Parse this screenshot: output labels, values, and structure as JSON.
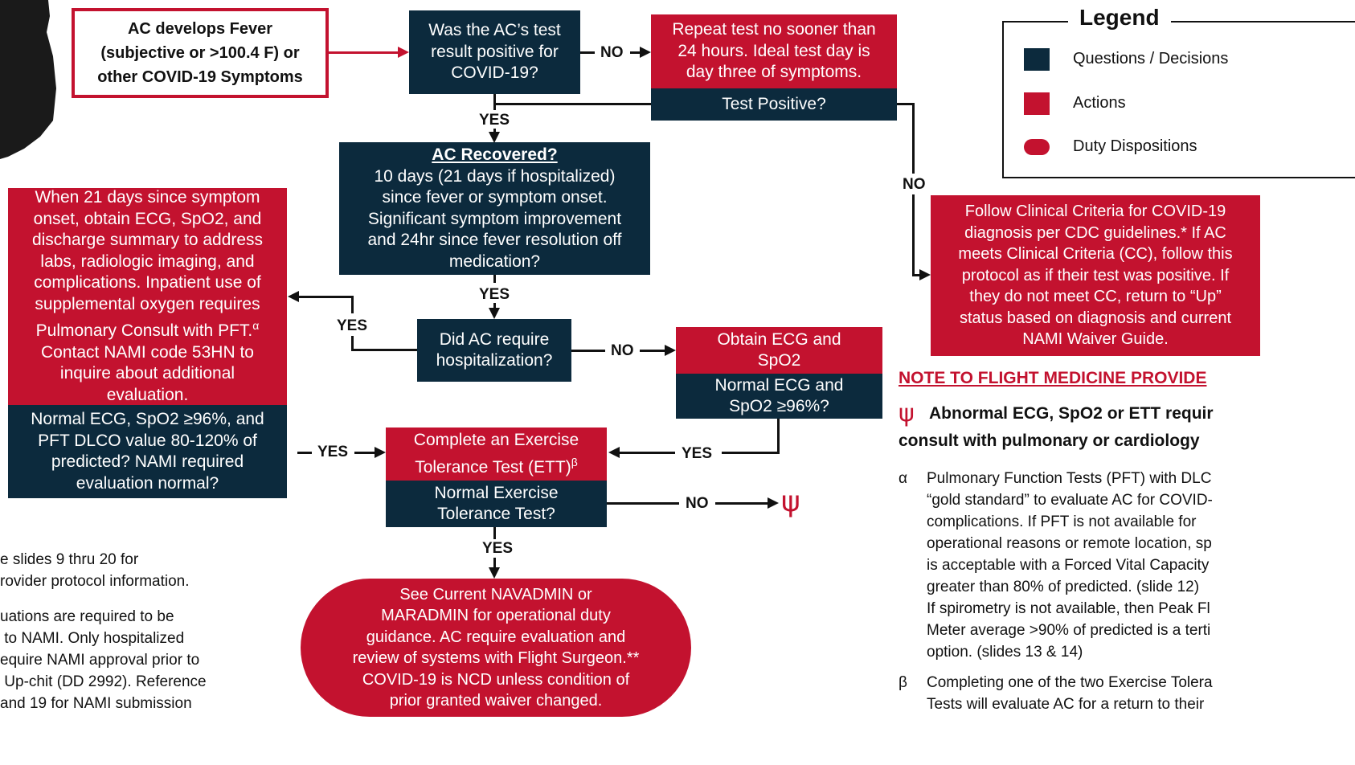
{
  "start": {
    "text": "AC develops Fever\n(subjective or >100.4 F) or\nother COVID-19 Symptoms"
  },
  "q_test": {
    "text": "Was the AC’s test\nresult positive for\nCOVID-19?"
  },
  "repeat": {
    "action": "Repeat test no sooner than\n24 hours. Ideal test day is\nday three of symptoms.",
    "question": "Test Positive?"
  },
  "recovered": {
    "title": "AC Recovered?",
    "text": "10 days (21 days if hospitalized)\nsince fever or symptom onset.\nSignificant symptom improvement\nand 24hr since fever resolution off\nmedication?"
  },
  "hosp": {
    "text": "Did AC require\nhospitalization?"
  },
  "obtain": {
    "action": "Obtain ECG and\nSpO2",
    "question": "Normal ECG and\nSpO2 ≥96%?"
  },
  "hosp_path": {
    "action": "When 21 days since symptom\nonset, obtain ECG, SpO2, and\ndischarge summary to address\nlabs, radiologic imaging, and\ncomplications. Inpatient use of\nsupplemental oxygen requires\nPulmonary Consult with PFT.",
    "action_sup": "α",
    "action_tail": "Contact NAMI code 53HN to\ninquire about additional\nevaluation.",
    "question": "Normal ECG, SpO2 ≥96%, and\nPFT DLCO value 80-120% of\npredicted? NAMI required\nevaluation normal?"
  },
  "ett": {
    "action": "Complete an Exercise\nTolerance Test (ETT)",
    "action_sup": "β",
    "question": "Normal Exercise\nTolerance Test?"
  },
  "final": {
    "text": "See Current NAVADMIN or\nMARADMIN for operational duty\nguidance. AC require evaluation and\nreview of systems with Flight Surgeon.**\nCOVID-19 is NCD unless condition of\nprior granted waiver changed."
  },
  "clinical": {
    "text": "Follow Clinical Criteria for COVID-19\ndiagnosis per CDC guidelines.* If AC\nmeets Clinical Criteria (CC), follow this\nprotocol as if their test was positive. If\nthey do not meet CC, return to “Up”\nstatus based on diagnosis and current\nNAMI Waiver Guide."
  },
  "labels": {
    "no_1": "NO",
    "yes_1": "YES",
    "no_2": "NO",
    "yes_2": "YES",
    "yes_3": "YES",
    "no_3": "NO",
    "yes_4": "YES",
    "yes_5": "YES",
    "no_4": "NO",
    "yes_6": "YES"
  },
  "psi": "ψ",
  "legend": {
    "title": "Legend",
    "items": [
      {
        "label": "Questions / Decisions",
        "color": "#0c2a3d",
        "shape": "square"
      },
      {
        "label": "Actions",
        "color": "#c3122f",
        "shape": "square"
      },
      {
        "label": "Duty Dispositions",
        "color": "#c3122f",
        "shape": "pill"
      }
    ]
  },
  "provider_note": {
    "title": "NOTE TO FLIGHT MEDICINE PROVIDE",
    "symbol": "ψ",
    "line1": "Abnormal ECG, SpO2 or ETT requir",
    "line2": "consult with pulmonary or cardiology",
    "alpha_sym": "α",
    "alpha_text": "Pulmonary Function Tests (PFT) with DLC\n“gold standard” to evaluate AC for COVID-\ncomplications. If PFT is not available for\noperational reasons or remote location, sp\nis acceptable with a Forced Vital Capacity\ngreater than 80% of predicted. (slide 12)\nIf spirometry is not available, then Peak Fl\nMeter average >90% of predicted is a terti\noption. (slides 13 & 14)",
    "beta_sym": "β",
    "beta_text": "Completing one of the two Exercise Tolera\nTests will evaluate AC for a return to their"
  },
  "left_note": {
    "p1": "e slides 9 thru 20 for\nrovider protocol information.",
    "p2": "uations are required to be\n to NAMI. Only hospitalized\nequire NAMI approval prior to\n Up-chit (DD 2992). Reference\nand 19 for NAMI submission"
  },
  "colors": {
    "navy": "#0c2a3d",
    "red": "#c3122f"
  }
}
